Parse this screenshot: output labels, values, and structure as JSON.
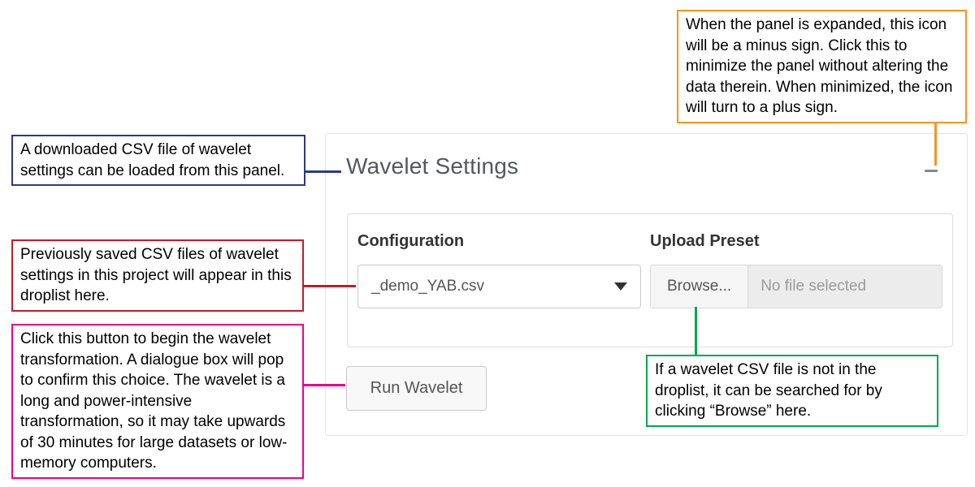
{
  "panel": {
    "title": "Wavelet Settings",
    "config_label": "Configuration",
    "config_selected_value": "_demo_YAB.csv",
    "upload_label": "Upload Preset",
    "browse_label": "Browse...",
    "no_file_label": "No file selected",
    "run_button_label": "Run Wavelet"
  },
  "icons": {
    "collapse": "minus-icon",
    "dropdown": "caret-down-icon"
  },
  "annotations": {
    "collapse": {
      "text": "When the panel is expanded, this icon will be a minus sign. Click this to minimize the panel without altering the data therein. When minimized, the icon will turn to a plus sign.",
      "color": "#F7941D"
    },
    "load": {
      "text": "A downloaded CSV file of wavelet settings can be loaded from this panel.",
      "color": "#2B3990"
    },
    "droplist": {
      "text": "Previously saved CSV files of wavelet settings in this project will appear in this droplist here.",
      "color": "#BE1E2D"
    },
    "run": {
      "text": "Click this button to begin the wavelet transformation. A dialogue box will pop to confirm this choice. The wavelet is a long and power-intensive transformation, so it may take upwards of 30 minutes for large datasets or low-memory computers.",
      "color": "#EC008C"
    },
    "browse": {
      "text": "If a wavelet CSV file is not in the droplist, it can be searched for by clicking “Browse” here.",
      "color": "#00A651"
    }
  }
}
